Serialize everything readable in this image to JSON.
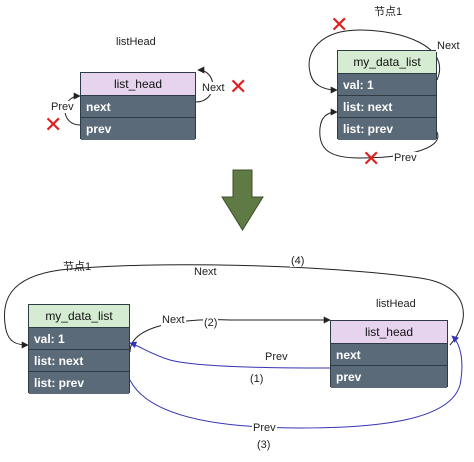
{
  "top": {
    "listhead_caption": "listHead",
    "node_caption": "节点1",
    "listhead_box": {
      "title": "list_head",
      "rows": [
        "next",
        "prev"
      ]
    },
    "node_box": {
      "title": "my_data_list",
      "rows": [
        "val: 1",
        "list: next",
        "list: prev"
      ]
    },
    "labels": {
      "prev_left": "Prev",
      "next_right": "Next",
      "next_node": "Next",
      "prev_node": "Prev"
    }
  },
  "bottom": {
    "node_caption": "节点1",
    "listhead_caption": "listHead",
    "node_box": {
      "title": "my_data_list",
      "rows": [
        "val: 1",
        "list: next",
        "list: prev"
      ]
    },
    "listhead_box": {
      "title": "list_head",
      "rows": [
        "next",
        "prev"
      ]
    },
    "labels": {
      "next_top": "Next",
      "step4": "(4)",
      "next_mid": "Next",
      "step2": "(2)",
      "prev_mid": "Prev",
      "step1": "(1)",
      "prev_bottom": "Prev",
      "step3": "(3)"
    }
  },
  "colors": {
    "arrow_down": "#5f7a44",
    "cross": "#e02020",
    "blue_link": "#3434b4",
    "box_row": "#5a6a78",
    "purple_header": "#e6d4ee",
    "green_header": "#d5ecd3"
  }
}
